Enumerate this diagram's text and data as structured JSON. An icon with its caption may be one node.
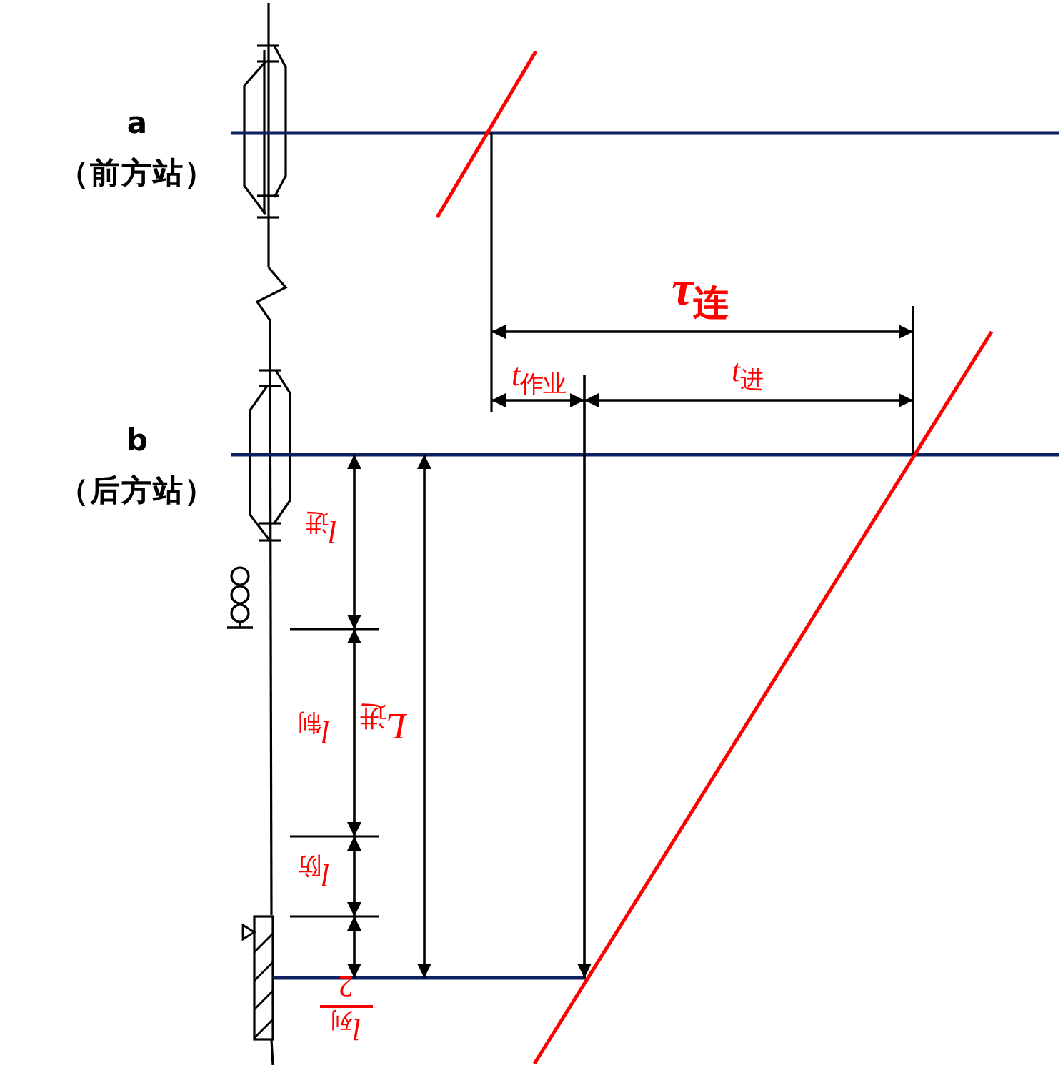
{
  "diagram": {
    "labels": [
      "a",
      "（前方站）",
      "*τ*$_{连}$",
      "*t*$_{作业}$",
      "*t*$_{进}$",
      "b",
      "（后方站）",
      "*l*$_{进}$",
      "*l*$_{制}$",
      "*L*$_{进}$",
      "*l*$_{防}$",
      "*l*$_{列}$",
      "2"
    ]
  }
}
